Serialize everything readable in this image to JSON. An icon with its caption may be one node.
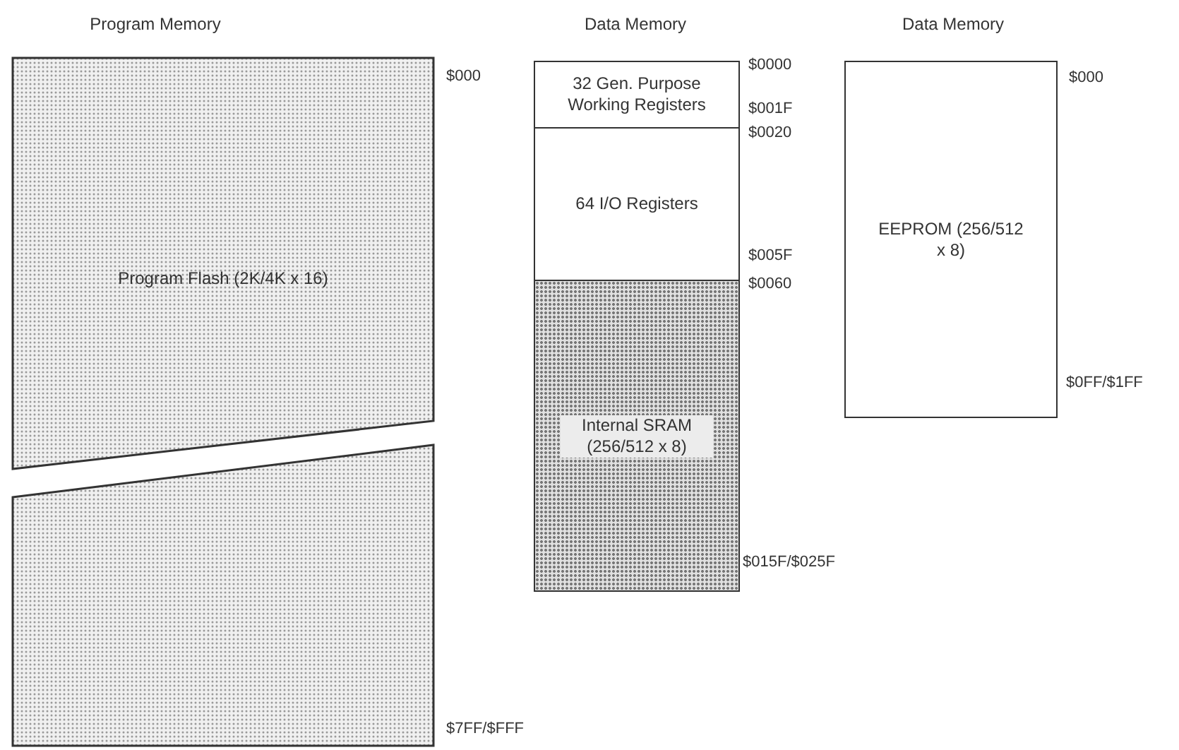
{
  "diagram": {
    "nodes": [
      {
        "text": [
          "Program Flash (2K/4K x 16)"
        ],
        "beside": [
          "$000",
          "$7FF/$FFF"
        ]
      },
      {
        "text": [
          "32 Gen. Purpose Working Registers"
        ],
        "beside": [
          "$0000",
          "$001F"
        ]
      },
      {
        "text": [
          "64 I/O Registers"
        ],
        "beside": [
          "$0020",
          "$005F"
        ]
      },
      {
        "text": [
          "Internal SRAM (256/512 x 8)"
        ],
        "beside": [
          "$0060",
          "$015F/$025F"
        ]
      },
      {
        "text": [
          "EEPROM (256/512 x 8)"
        ],
        "beside": [
          "$000",
          "$0FF/$1FF"
        ]
      }
    ],
    "edges": [],
    "labels": [
      "Program Memory",
      "Data Memory",
      "Data Memory"
    ]
  }
}
